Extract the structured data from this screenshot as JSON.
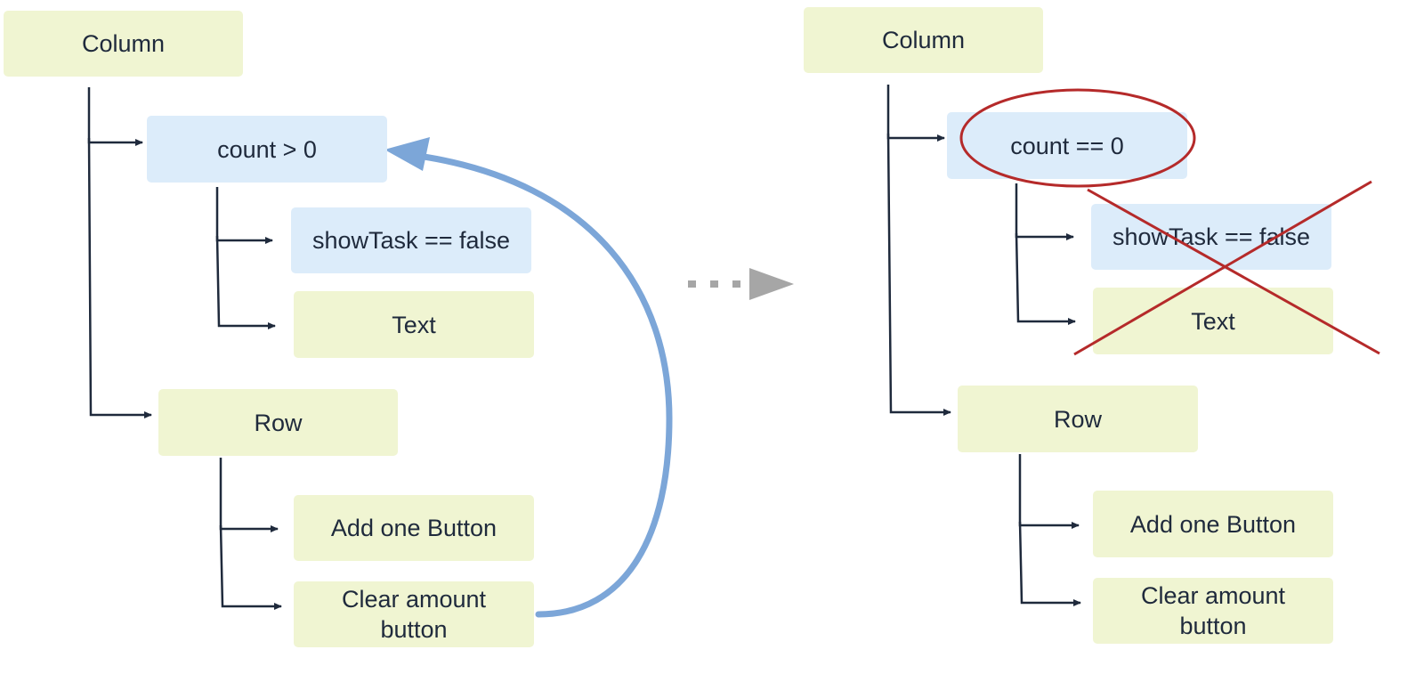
{
  "colors": {
    "composable_fill": "#f0f5d2",
    "condition_fill": "#dcecfa",
    "tree_line": "#1f2a3c",
    "recompose_arrow": "#7ca6d8",
    "transition_arrow": "#a6a6a6",
    "highlight": "#b52a2a"
  },
  "before": {
    "column": "Column",
    "condition": "count > 0",
    "show_task": "showTask == false",
    "text": "Text",
    "row": "Row",
    "add_button": "Add one Button",
    "clear_button": "Clear amount button"
  },
  "after": {
    "column": "Column",
    "condition": "count == 0",
    "show_task": "showTask == false",
    "text": "Text",
    "row": "Row",
    "add_button": "Add one Button",
    "clear_button": "Clear amount button"
  }
}
